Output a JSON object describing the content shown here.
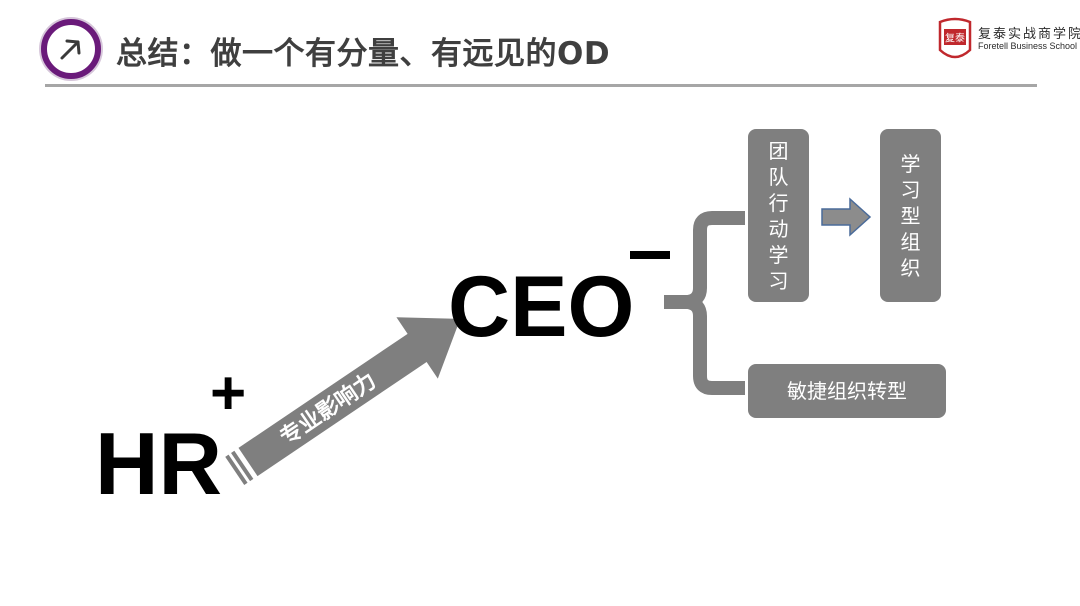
{
  "header": {
    "title": "总结：做一个有分量、有远见的OD",
    "logo_cn": "复泰实战商学院",
    "logo_en": "Foretell Business School",
    "logo_seal_text": "复泰"
  },
  "diagram": {
    "hr_label": "HR",
    "hr_sign": "+",
    "ceo_label": "CEO",
    "ceo_sign": "-",
    "arrow_label": "专业影响力",
    "boxes": [
      {
        "label": "团队行动学习",
        "chars": [
          "团",
          "队",
          "行",
          "动",
          "学",
          "习"
        ]
      },
      {
        "label": "学习型组织",
        "chars": [
          "学",
          "习",
          "型",
          "组",
          "织"
        ]
      },
      {
        "label": "敏捷组织转型"
      }
    ]
  },
  "colors": {
    "accent_purple": "#6a1a7a",
    "box_gray": "#7f7f7f",
    "arrow_gray": "#7f7f7f",
    "logo_red": "#c0282d"
  },
  "icons": [
    "arrow-up-right-icon",
    "school-seal-logo",
    "right-arrow-icon"
  ]
}
